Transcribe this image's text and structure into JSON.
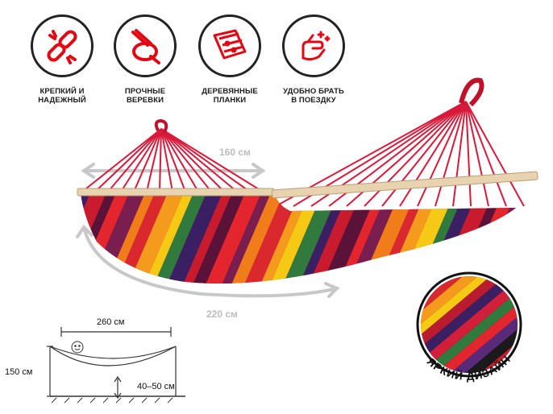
{
  "features": [
    {
      "icon": "broken-chain-icon",
      "lines": [
        "КРЕПКИЙ И",
        "НАДЕЖНЫЙ"
      ]
    },
    {
      "icon": "rope-icon",
      "lines": [
        "ПРОЧНЫЕ",
        "ВЕРЕВКИ"
      ]
    },
    {
      "icon": "wooden-planks-icon",
      "lines": [
        "ДЕРЕВЯННЫЕ",
        "ПЛАНКИ"
      ]
    },
    {
      "icon": "snap-hand-icon",
      "lines": [
        "УДОБНО БРАТЬ",
        "В ПОЕЗДКУ"
      ]
    }
  ],
  "dimensions": {
    "width": "160 см",
    "length": "220 см"
  },
  "diagram": {
    "span": "260 см",
    "height": "150 см",
    "clearance": "40–50 см"
  },
  "badge": {
    "text": "ЯРКИЙ ДИЗАЙН"
  },
  "colors": {
    "accent": "#e30613",
    "icon_dark": "#232323",
    "dim_grey": "#bdbdbd"
  }
}
